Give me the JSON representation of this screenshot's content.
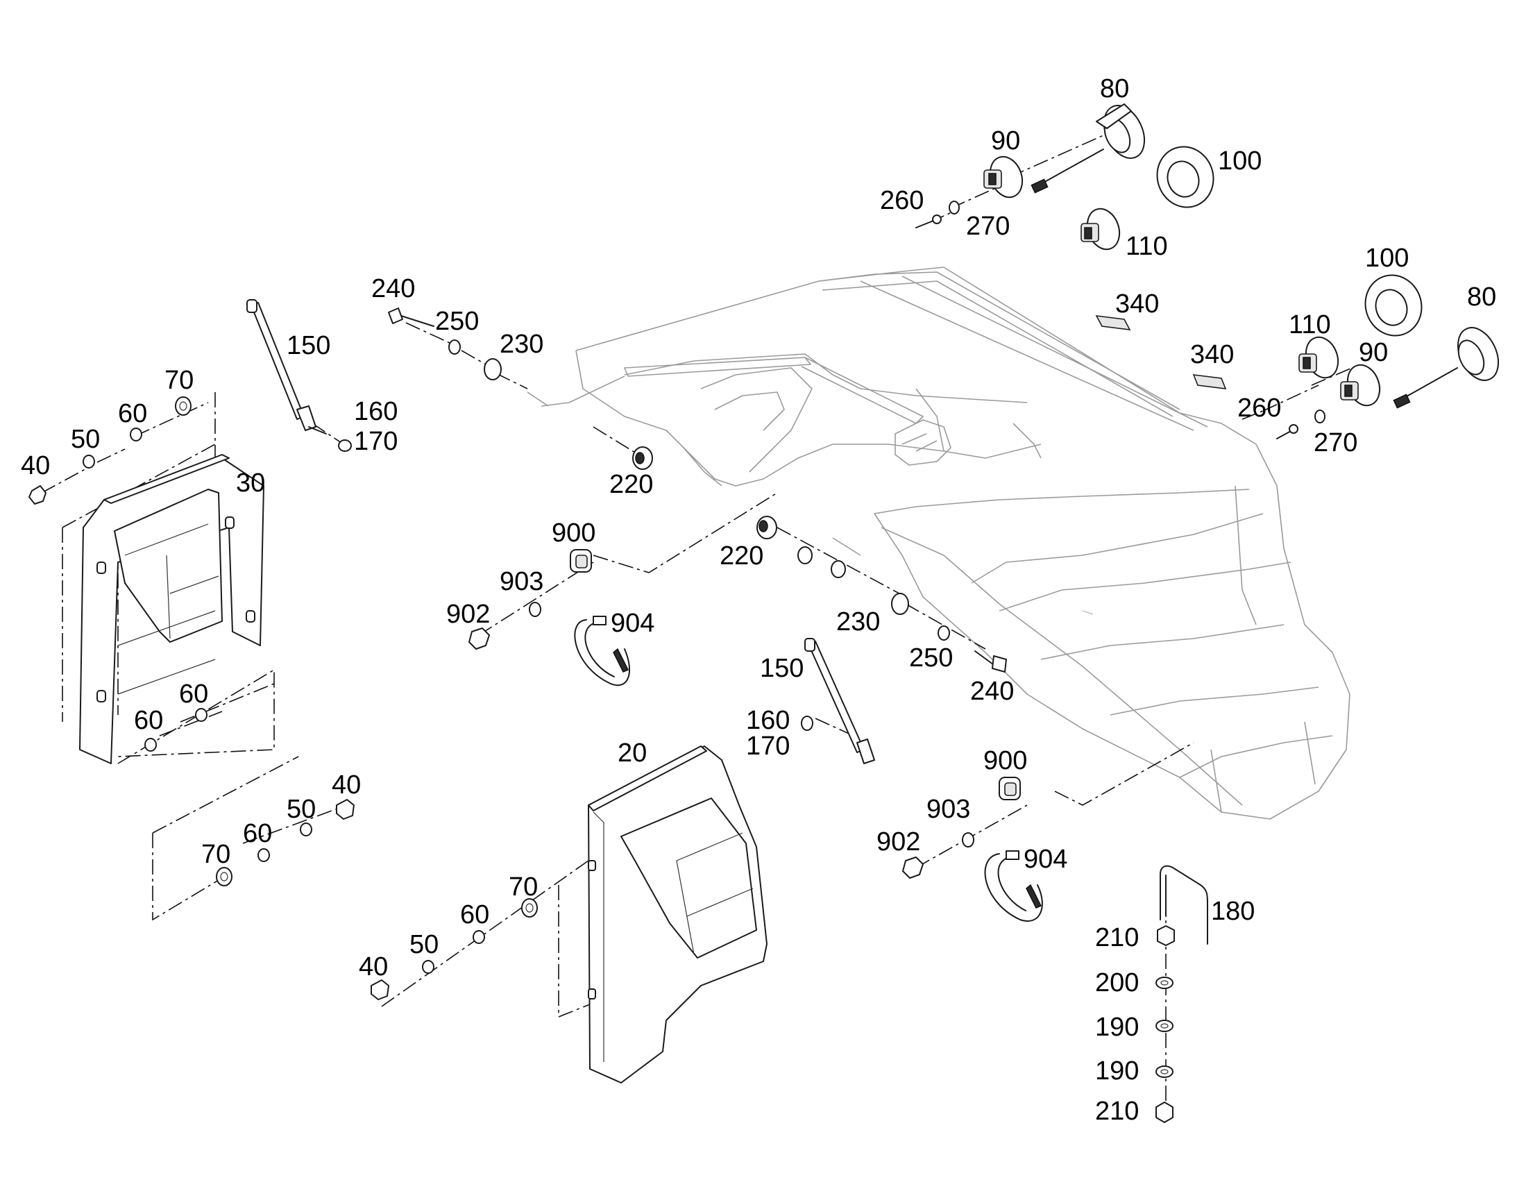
{
  "diagram": {
    "callouts": [
      {
        "id": "lbl-80-top",
        "text": "80"
      },
      {
        "id": "lbl-90-top",
        "text": "90"
      },
      {
        "id": "lbl-100-top",
        "text": "100"
      },
      {
        "id": "lbl-260-top",
        "text": "260"
      },
      {
        "id": "lbl-270-top",
        "text": "270"
      },
      {
        "id": "lbl-110-top",
        "text": "110"
      },
      {
        "id": "lbl-100-right",
        "text": "100"
      },
      {
        "id": "lbl-80-right",
        "text": "80"
      },
      {
        "id": "lbl-110-right",
        "text": "110"
      },
      {
        "id": "lbl-90-right",
        "text": "90"
      },
      {
        "id": "lbl-340-a",
        "text": "340"
      },
      {
        "id": "lbl-340-b",
        "text": "340"
      },
      {
        "id": "lbl-260-right",
        "text": "260"
      },
      {
        "id": "lbl-270-right",
        "text": "270"
      },
      {
        "id": "lbl-240-top",
        "text": "240"
      },
      {
        "id": "lbl-250-top",
        "text": "250"
      },
      {
        "id": "lbl-230-top",
        "text": "230"
      },
      {
        "id": "lbl-220-top",
        "text": "220"
      },
      {
        "id": "lbl-150-top",
        "text": "150"
      },
      {
        "id": "lbl-160-top",
        "text": "160"
      },
      {
        "id": "lbl-170-top",
        "text": "170"
      },
      {
        "id": "lbl-70-tl",
        "text": "70"
      },
      {
        "id": "lbl-60-tl",
        "text": "60"
      },
      {
        "id": "lbl-50-tl",
        "text": "50"
      },
      {
        "id": "lbl-40-tl",
        "text": "40"
      },
      {
        "id": "lbl-30",
        "text": "30"
      },
      {
        "id": "lbl-60-l1",
        "text": "60"
      },
      {
        "id": "lbl-60-l2",
        "text": "60"
      },
      {
        "id": "lbl-900-top",
        "text": "900"
      },
      {
        "id": "lbl-903-top",
        "text": "903"
      },
      {
        "id": "lbl-902-top",
        "text": "902"
      },
      {
        "id": "lbl-904-top",
        "text": "904"
      },
      {
        "id": "lbl-220-mid",
        "text": "220"
      },
      {
        "id": "lbl-230-mid",
        "text": "230"
      },
      {
        "id": "lbl-250-mid",
        "text": "250"
      },
      {
        "id": "lbl-240-mid",
        "text": "240"
      },
      {
        "id": "lbl-150-mid",
        "text": "150"
      },
      {
        "id": "lbl-160-mid",
        "text": "160"
      },
      {
        "id": "lbl-170-mid",
        "text": "170"
      },
      {
        "id": "lbl-40-bl",
        "text": "40"
      },
      {
        "id": "lbl-50-bl",
        "text": "50"
      },
      {
        "id": "lbl-60-bl",
        "text": "60"
      },
      {
        "id": "lbl-70-bl",
        "text": "70"
      },
      {
        "id": "lbl-20",
        "text": "20"
      },
      {
        "id": "lbl-70-b",
        "text": "70"
      },
      {
        "id": "lbl-60-b",
        "text": "60"
      },
      {
        "id": "lbl-50-b",
        "text": "50"
      },
      {
        "id": "lbl-40-b",
        "text": "40"
      },
      {
        "id": "lbl-900-bot",
        "text": "900"
      },
      {
        "id": "lbl-903-bot",
        "text": "903"
      },
      {
        "id": "lbl-902-bot",
        "text": "902"
      },
      {
        "id": "lbl-904-bot",
        "text": "904"
      },
      {
        "id": "lbl-180",
        "text": "180"
      },
      {
        "id": "lbl-210-a",
        "text": "210"
      },
      {
        "id": "lbl-200",
        "text": "200"
      },
      {
        "id": "lbl-190-a",
        "text": "190"
      },
      {
        "id": "lbl-190-b",
        "text": "190"
      },
      {
        "id": "lbl-210-b",
        "text": "210"
      }
    ]
  }
}
